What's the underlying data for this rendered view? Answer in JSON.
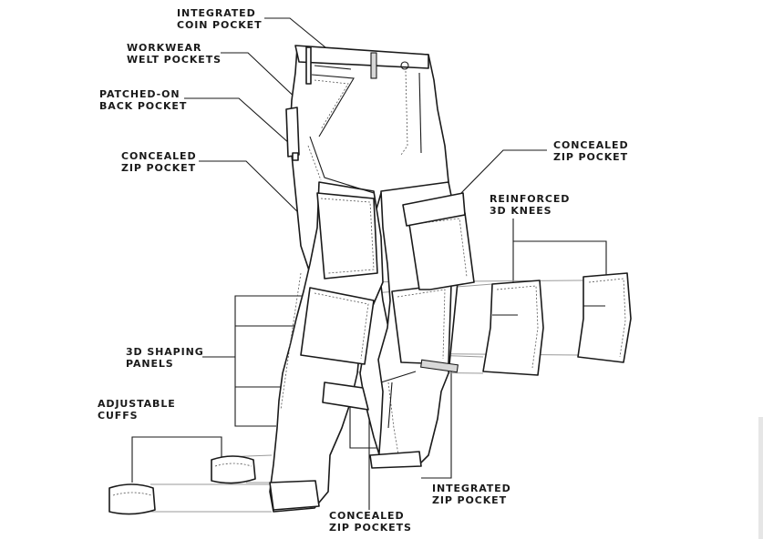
{
  "labels": {
    "coin_pocket": "INTEGRATED\nCOIN POCKET",
    "welt_pockets": "WORKWEAR\nWELT POCKETS",
    "back_pocket": "PATCHED-ON\nBACK POCKET",
    "concealed_zip_left": "CONCEALED\nZIP POCKET",
    "concealed_zip_right": "CONCEALED\nZIP POCKET",
    "reinforced_knees": "REINFORCED\n3D KNEES",
    "shaping_panels": "3D SHAPING\nPANELS",
    "adjustable_cuffs": "ADJUSTABLE\nCUFFS",
    "integrated_zip": "INTEGRATED\nZIP POCKET",
    "concealed_zip_pockets": "CONCEALED\nZIP POCKETS"
  }
}
